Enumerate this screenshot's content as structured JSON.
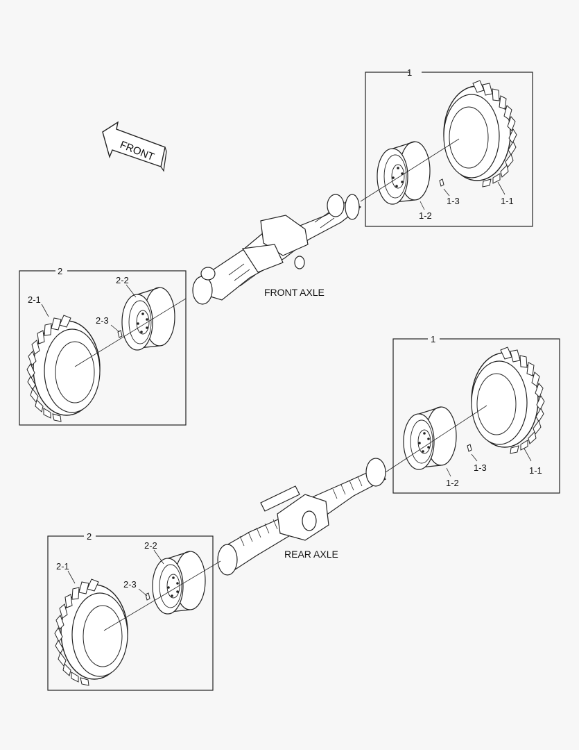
{
  "direction_arrow": {
    "label": "FRONT"
  },
  "axles": {
    "front": {
      "label": "FRONT AXLE"
    },
    "rear": {
      "label": "REAR AXLE"
    }
  },
  "groups": {
    "front_right": {
      "id": "1",
      "tire": "1-1",
      "rim": "1-2",
      "valve": "1-3"
    },
    "front_left": {
      "id": "2",
      "tire": "2-1",
      "rim": "2-2",
      "valve": "2-3"
    },
    "rear_right": {
      "id": "1",
      "tire": "1-1",
      "rim": "1-2",
      "valve": "1-3"
    },
    "rear_left": {
      "id": "2",
      "tire": "2-1",
      "rim": "2-2",
      "valve": "2-3"
    }
  }
}
